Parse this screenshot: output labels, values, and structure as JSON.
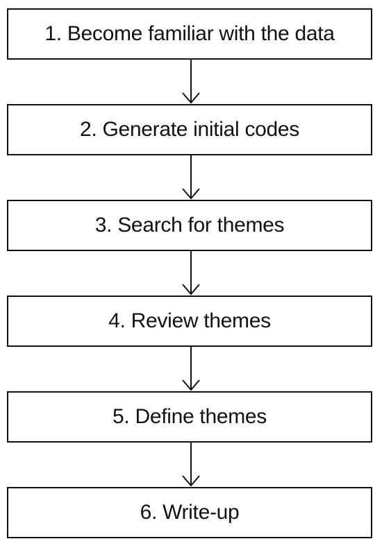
{
  "flowchart": {
    "steps": [
      {
        "label": "1. Become familiar with the data"
      },
      {
        "label": "2. Generate initial codes"
      },
      {
        "label": "3. Search for themes"
      },
      {
        "label": "4. Review themes"
      },
      {
        "label": "5. Define themes"
      },
      {
        "label": "6. Write-up"
      }
    ],
    "colors": {
      "stroke": "#111111",
      "background": "#ffffff"
    }
  }
}
